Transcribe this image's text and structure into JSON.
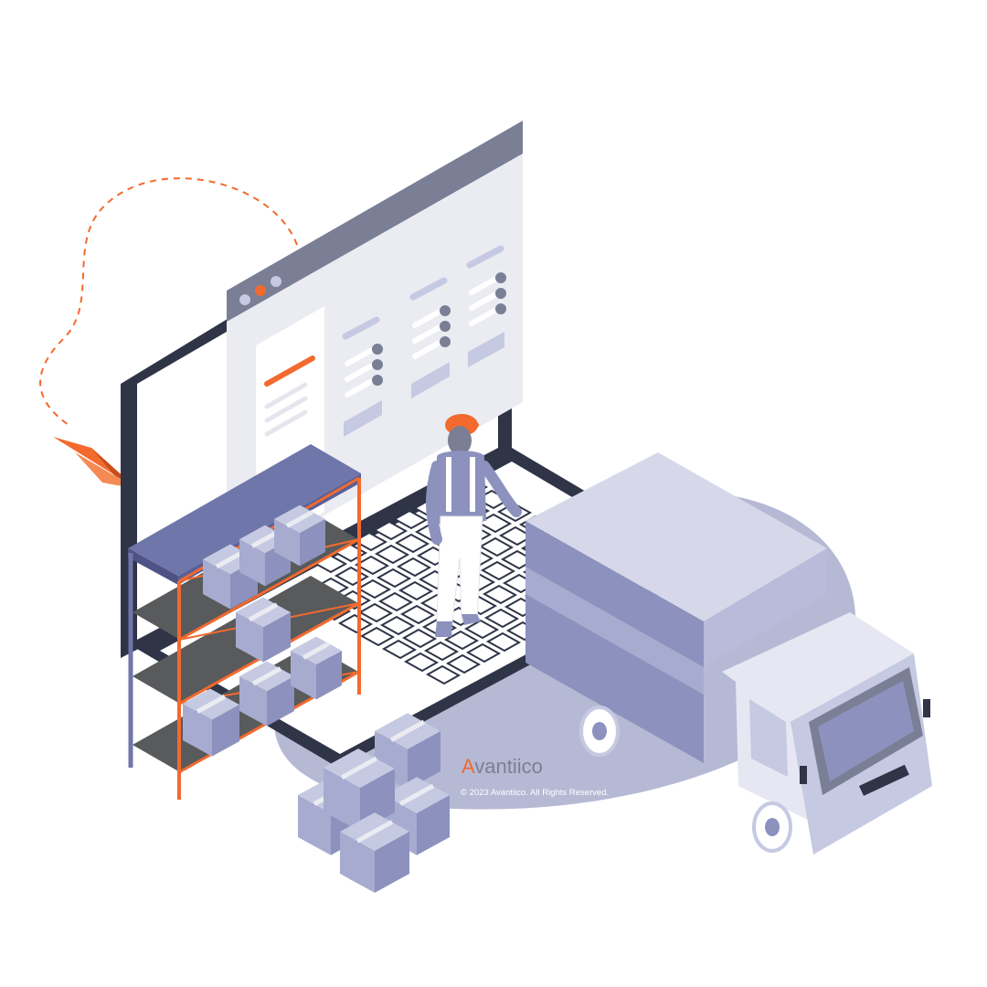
{
  "brand": {
    "logo_text": "Avantiico",
    "copyright": "© 2023 Avantiico. All Rights Reserved."
  },
  "illustration": {
    "subject": "isometric logistics scene: laptop with browser window, shelving with boxes, worker with hard hat, delivery truck, paper plane",
    "colors": {
      "accent": "#f26a2e",
      "slate_dark": "#2f3447",
      "slate_mid": "#7b7f95",
      "lavender": "#8c92bd",
      "lavender_light": "#c5c9e2",
      "panel": "#ebebf2",
      "floor": "#b6b9d4"
    }
  }
}
